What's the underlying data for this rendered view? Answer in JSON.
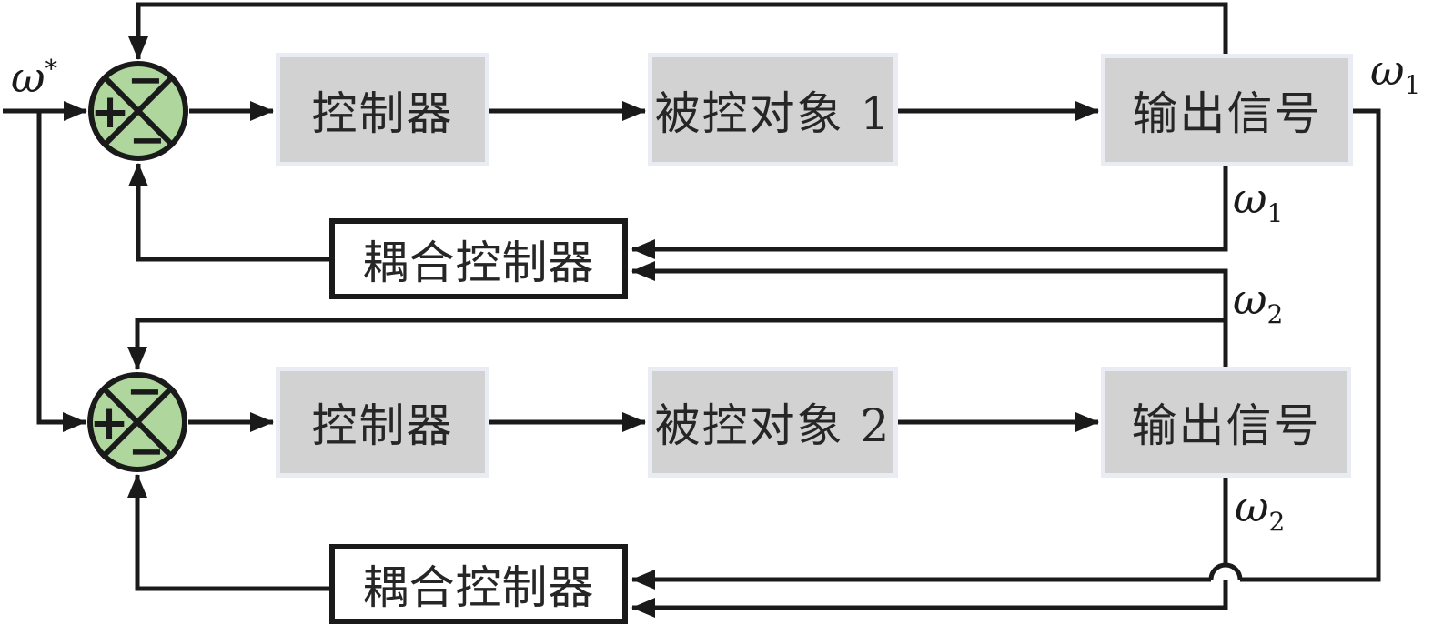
{
  "diagram": {
    "reference_label": {
      "base": "ω",
      "sup": "*"
    },
    "sum_signs": {
      "plus": "+",
      "minus_top": "−",
      "minus_bottom": "−"
    },
    "loop1": {
      "controller": "控制器",
      "plant": "被控对象 1",
      "output_block": "输出信号",
      "coupling_controller": "耦合控制器"
    },
    "loop2": {
      "controller": "控制器",
      "plant": "被控对象 2",
      "output_block": "输出信号",
      "coupling_controller": "耦合控制器"
    },
    "signal_labels": {
      "omega1_output": {
        "base": "ω",
        "sub": "1"
      },
      "omega1_feedback": {
        "base": "ω",
        "sub": "1"
      },
      "omega2_cross": {
        "base": "ω",
        "sub": "2"
      },
      "omega2_output": {
        "base": "ω",
        "sub": "2"
      }
    },
    "colors": {
      "line": "#1a1a1a",
      "sum_junction_fill": "#aed69d",
      "block_fill": "#d2d2d2",
      "block_border": "#e9ecf3",
      "coupling_box_fill": "#ffffff",
      "text": "#262626"
    }
  }
}
